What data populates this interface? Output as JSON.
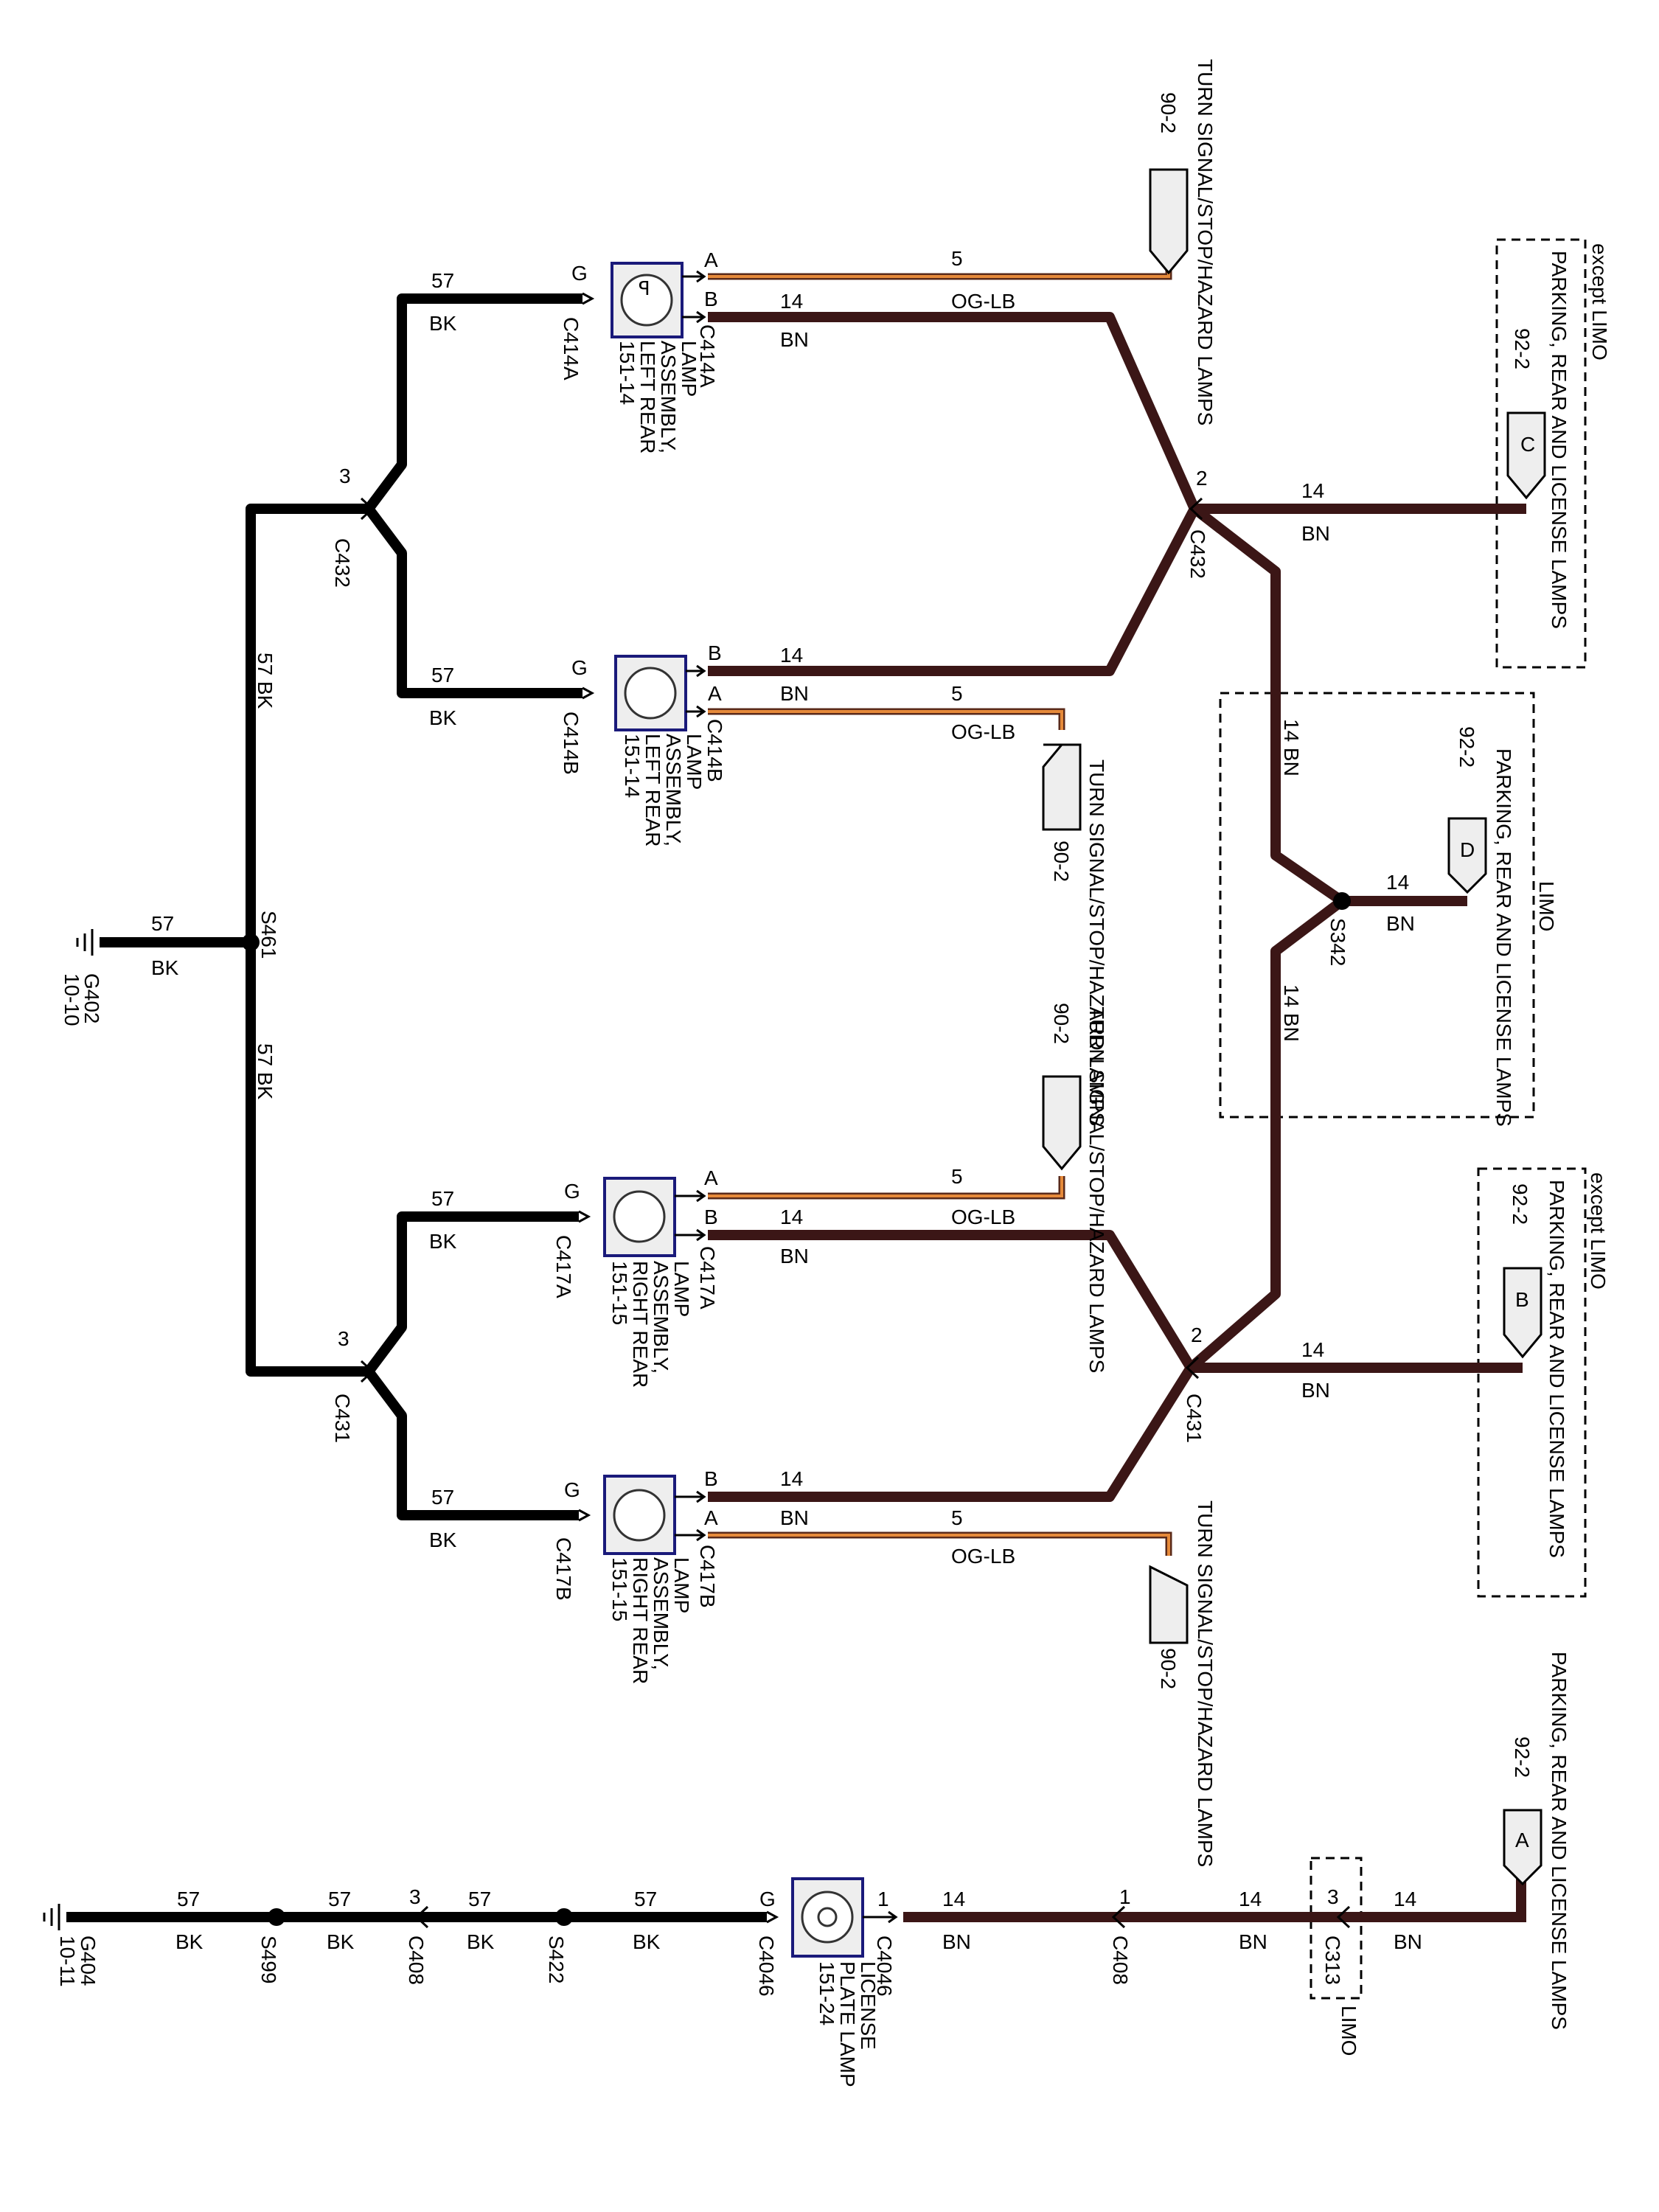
{
  "labels": {
    "turn_signal": "TURN SIGNAL/STOP/HAZARD LAMPS",
    "turn_ref": "90-2",
    "parking": "PARKING, REAR AND LICENSE LAMPS",
    "parking_ref": "92-2",
    "except_limo": "except LIMO",
    "limo": "LIMO",
    "flag_a": "A",
    "flag_b": "B",
    "flag_c": "C",
    "flag_d": "D"
  },
  "wires": {
    "gauge_57": "57",
    "color_bk": "BK",
    "gauge_14": "14",
    "color_bn": "BN",
    "gauge_5": "5",
    "color_oglb": "OG-LB",
    "combo_57bk": "57  BK",
    "combo_14bn": "14  BN"
  },
  "pins": {
    "a": "A",
    "b": "B",
    "g": "G",
    "p1": "1",
    "p2": "2",
    "p3": "3"
  },
  "connectors": {
    "c414a": "C414A",
    "c414b": "C414B",
    "c417a": "C417A",
    "c417b": "C417B",
    "c432": "C432",
    "c431": "C431",
    "c4046": "C4046",
    "c408": "C408",
    "c313": "C313"
  },
  "splices": {
    "s461": "S461",
    "s342": "S342",
    "s499": "S499",
    "s422": "S422"
  },
  "grounds": {
    "g402": "G402",
    "g402_ref": "10-10",
    "g404": "G404",
    "g404_ref": "10-11"
  },
  "lamps": {
    "lamp_line1": "LAMP",
    "lamp_line2": "ASSEMBLY,",
    "left_rear": "LEFT REAR",
    "right_rear": "RIGHT REAR",
    "ref_151_14": "151-14",
    "ref_151_15": "151-15",
    "lic_line1": "LICENSE",
    "lic_line2": "PLATE LAMP",
    "ref_151_24": "151-24"
  }
}
